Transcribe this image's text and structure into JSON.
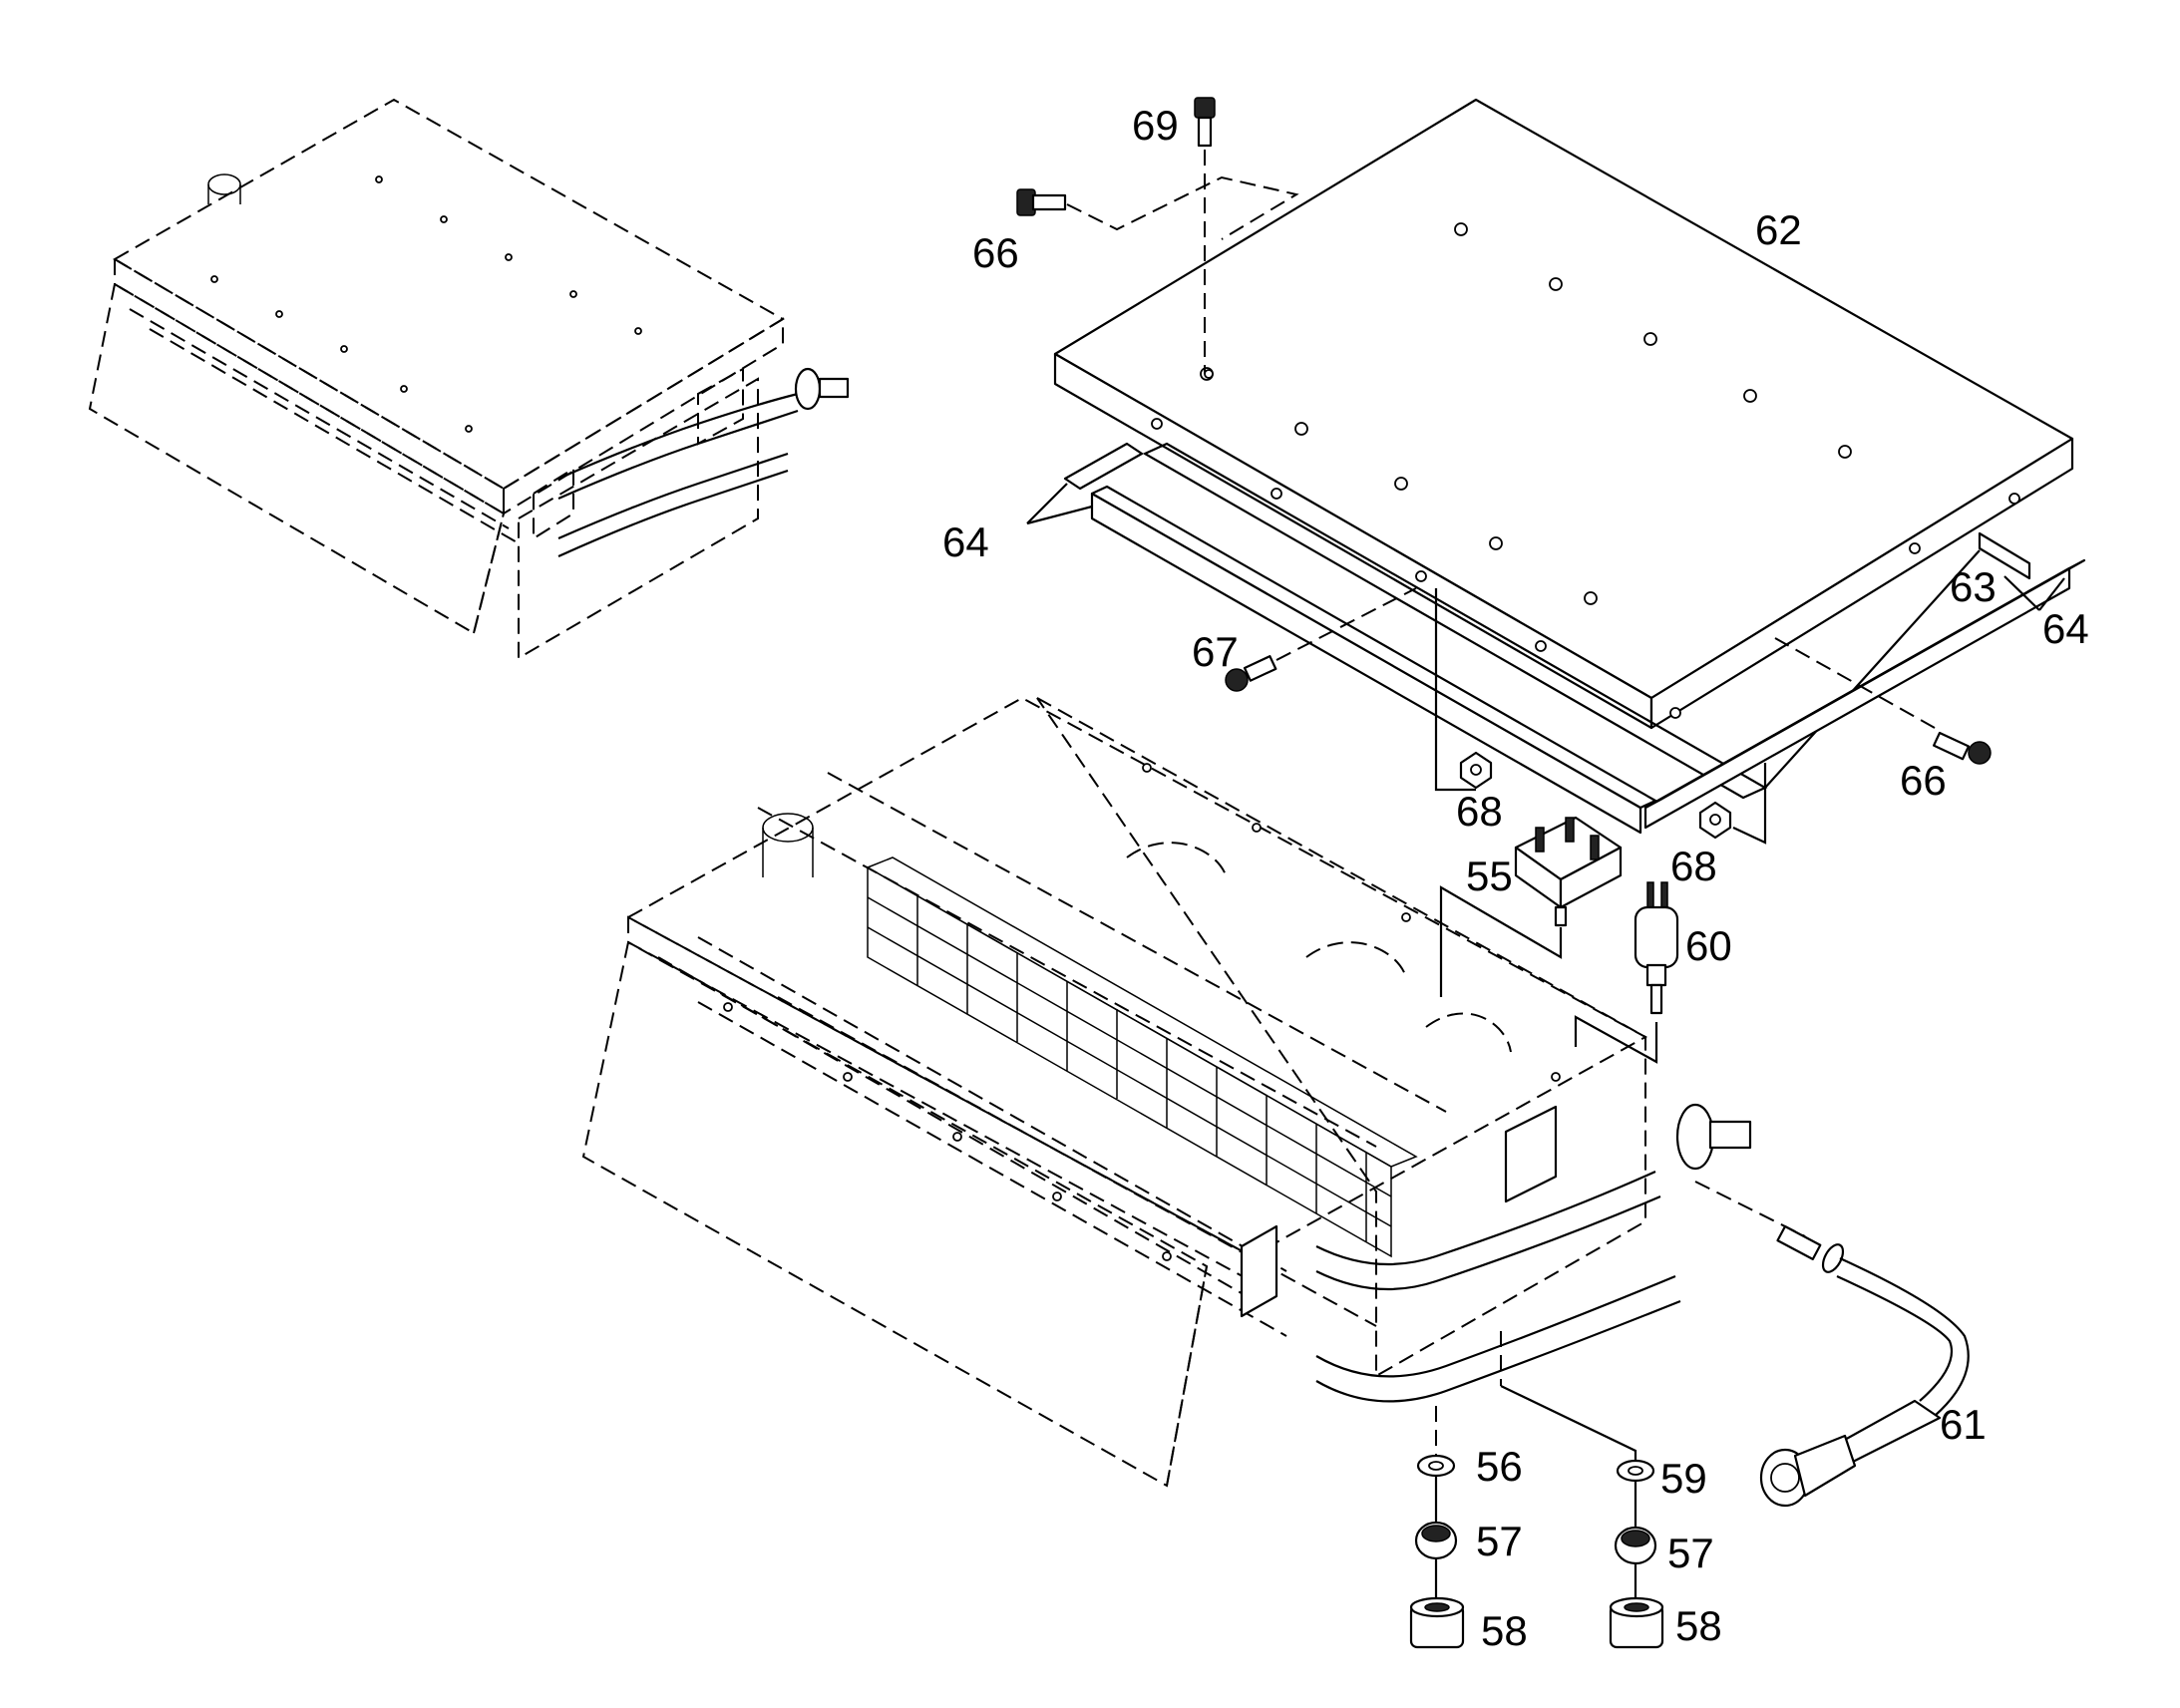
{
  "callouts": {
    "c55": "55",
    "c56": "56",
    "c57a": "57",
    "c57b": "57",
    "c58a": "58",
    "c58b": "58",
    "c59": "59",
    "c60": "60",
    "c61": "61",
    "c62": "62",
    "c63": "63",
    "c64a": "64",
    "c64b": "64",
    "c66a": "66",
    "c66b": "66",
    "c67": "67",
    "c68a": "68",
    "c68b": "68",
    "c69": "69"
  }
}
